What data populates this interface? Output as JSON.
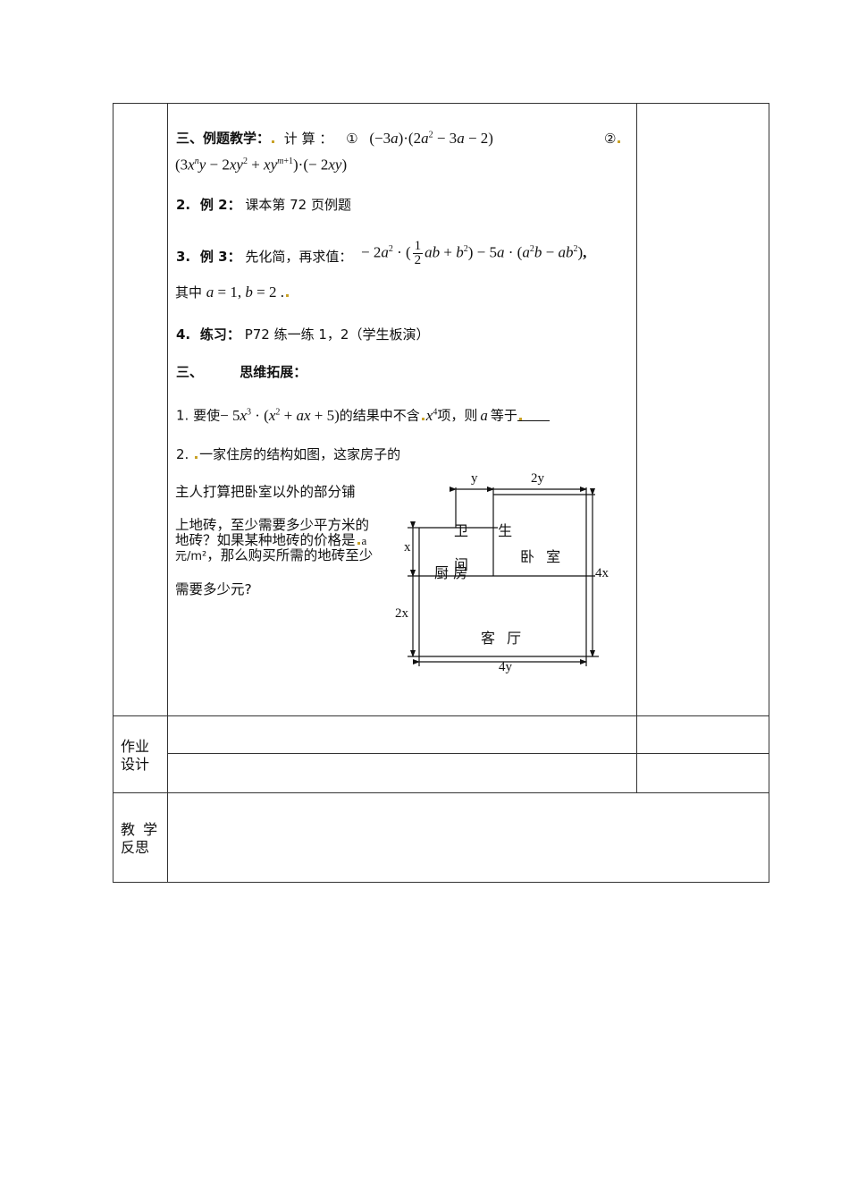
{
  "section3_title": "三、例题教学：",
  "example1": {
    "label": "计 算 ：",
    "item1_marker": "①",
    "item1_expr": "(−3a)·(2a² − 3a − 2)",
    "item2_marker": "②",
    "item2_expr": "(3xⁿy − 2xy² + xy^(m+1))·(−2xy)"
  },
  "example2": {
    "num": "2.",
    "label": "例 2：",
    "text": "课本第 72 页例题"
  },
  "example3": {
    "num": "3.",
    "label": "例 3：",
    "text": "先化简，再求值：",
    "expr": "−2a²·(½ab + b²) − 5a·(a²b − ab²)，",
    "condition_prefix": "其中",
    "condition": "a = 1, b = 2 ."
  },
  "practice": {
    "num": "4.",
    "label": "练习：",
    "text": "P72 练一练 1，2（学生板演）"
  },
  "section_extend": {
    "title_num": "三、",
    "title": "思维拓展："
  },
  "extend_q1": {
    "num": "1.",
    "prefix": "要使",
    "expr": "−5x³·(x² + ax + 5)",
    "middle": "的结果中不含",
    "term": "x⁴",
    "suffix1": "项，则",
    "var": "a",
    "suffix2": "等于",
    "blank": "____"
  },
  "extend_q2": {
    "num": "2.",
    "line1": "一家住房的结构如图，这家房子的",
    "line2": "主人打算把卧室以外的部分铺",
    "line3": "上地砖，至少需要多少平方米的地砖？如果某种地砖的价格是",
    "price_var": "a",
    "price_unit": "元/m²",
    "line3b": "，那么购买所需的地砖至少",
    "line4": "需要多少元?"
  },
  "diagram": {
    "rooms": [
      "卫生间",
      "厨房",
      "卧室",
      "客厅"
    ],
    "room_labels": {
      "bathroom": "卫 生",
      "bathroom2": "间",
      "kitchen": "厨 房",
      "bedroom": "卧 室",
      "living": "客 厅"
    },
    "dims": {
      "top_left": "y",
      "top_right": "2y",
      "left_upper": "x",
      "left_lower": "2x",
      "right": "4x",
      "bottom": "4y"
    }
  },
  "table": {
    "homework_label_1": "作业",
    "homework_label_2": "设计",
    "reflection_label_1": "教 学",
    "reflection_label_2": "反思"
  }
}
